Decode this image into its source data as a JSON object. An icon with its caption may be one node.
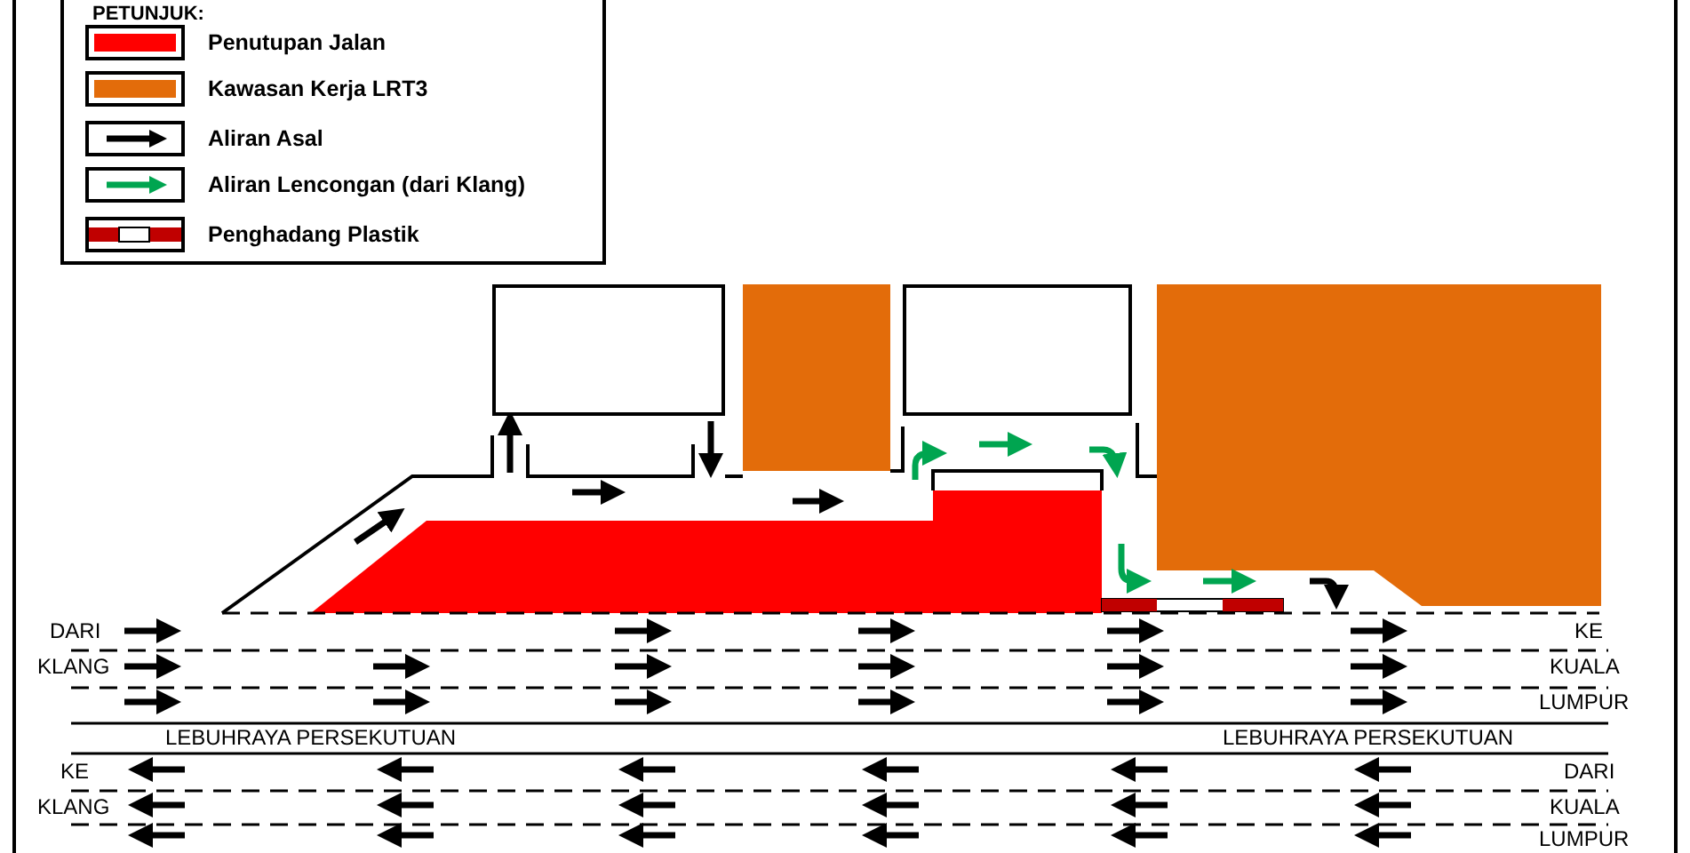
{
  "diagram": {
    "nodes": [
      {
        "text": [],
        "shape": "box"
      },
      {
        "text": [],
        "shape": "box"
      }
    ],
    "labels": [
      "PETUNJUK:",
      "DARI",
      "KE",
      "KLANG",
      "KUALA",
      "LUMPUR",
      "LEBUHRAYA PERSEKUTUAN",
      "LEBUHRAYA PERSEKUTUAN",
      "KE",
      "DARI",
      "KLANG",
      "KUALA",
      "LUMPUR"
    ],
    "legend": [
      {
        "text": "Penutupan Jalan",
        "color": "#ff0000"
      },
      {
        "text": "Kawasan Kerja LRT3",
        "color": "#e36c0a"
      },
      {
        "text": "Aliran Asal"
      },
      {
        "text": "Aliran Lencongan (dari Klang)"
      },
      {
        "text": "Penghadang Plastik"
      }
    ]
  }
}
